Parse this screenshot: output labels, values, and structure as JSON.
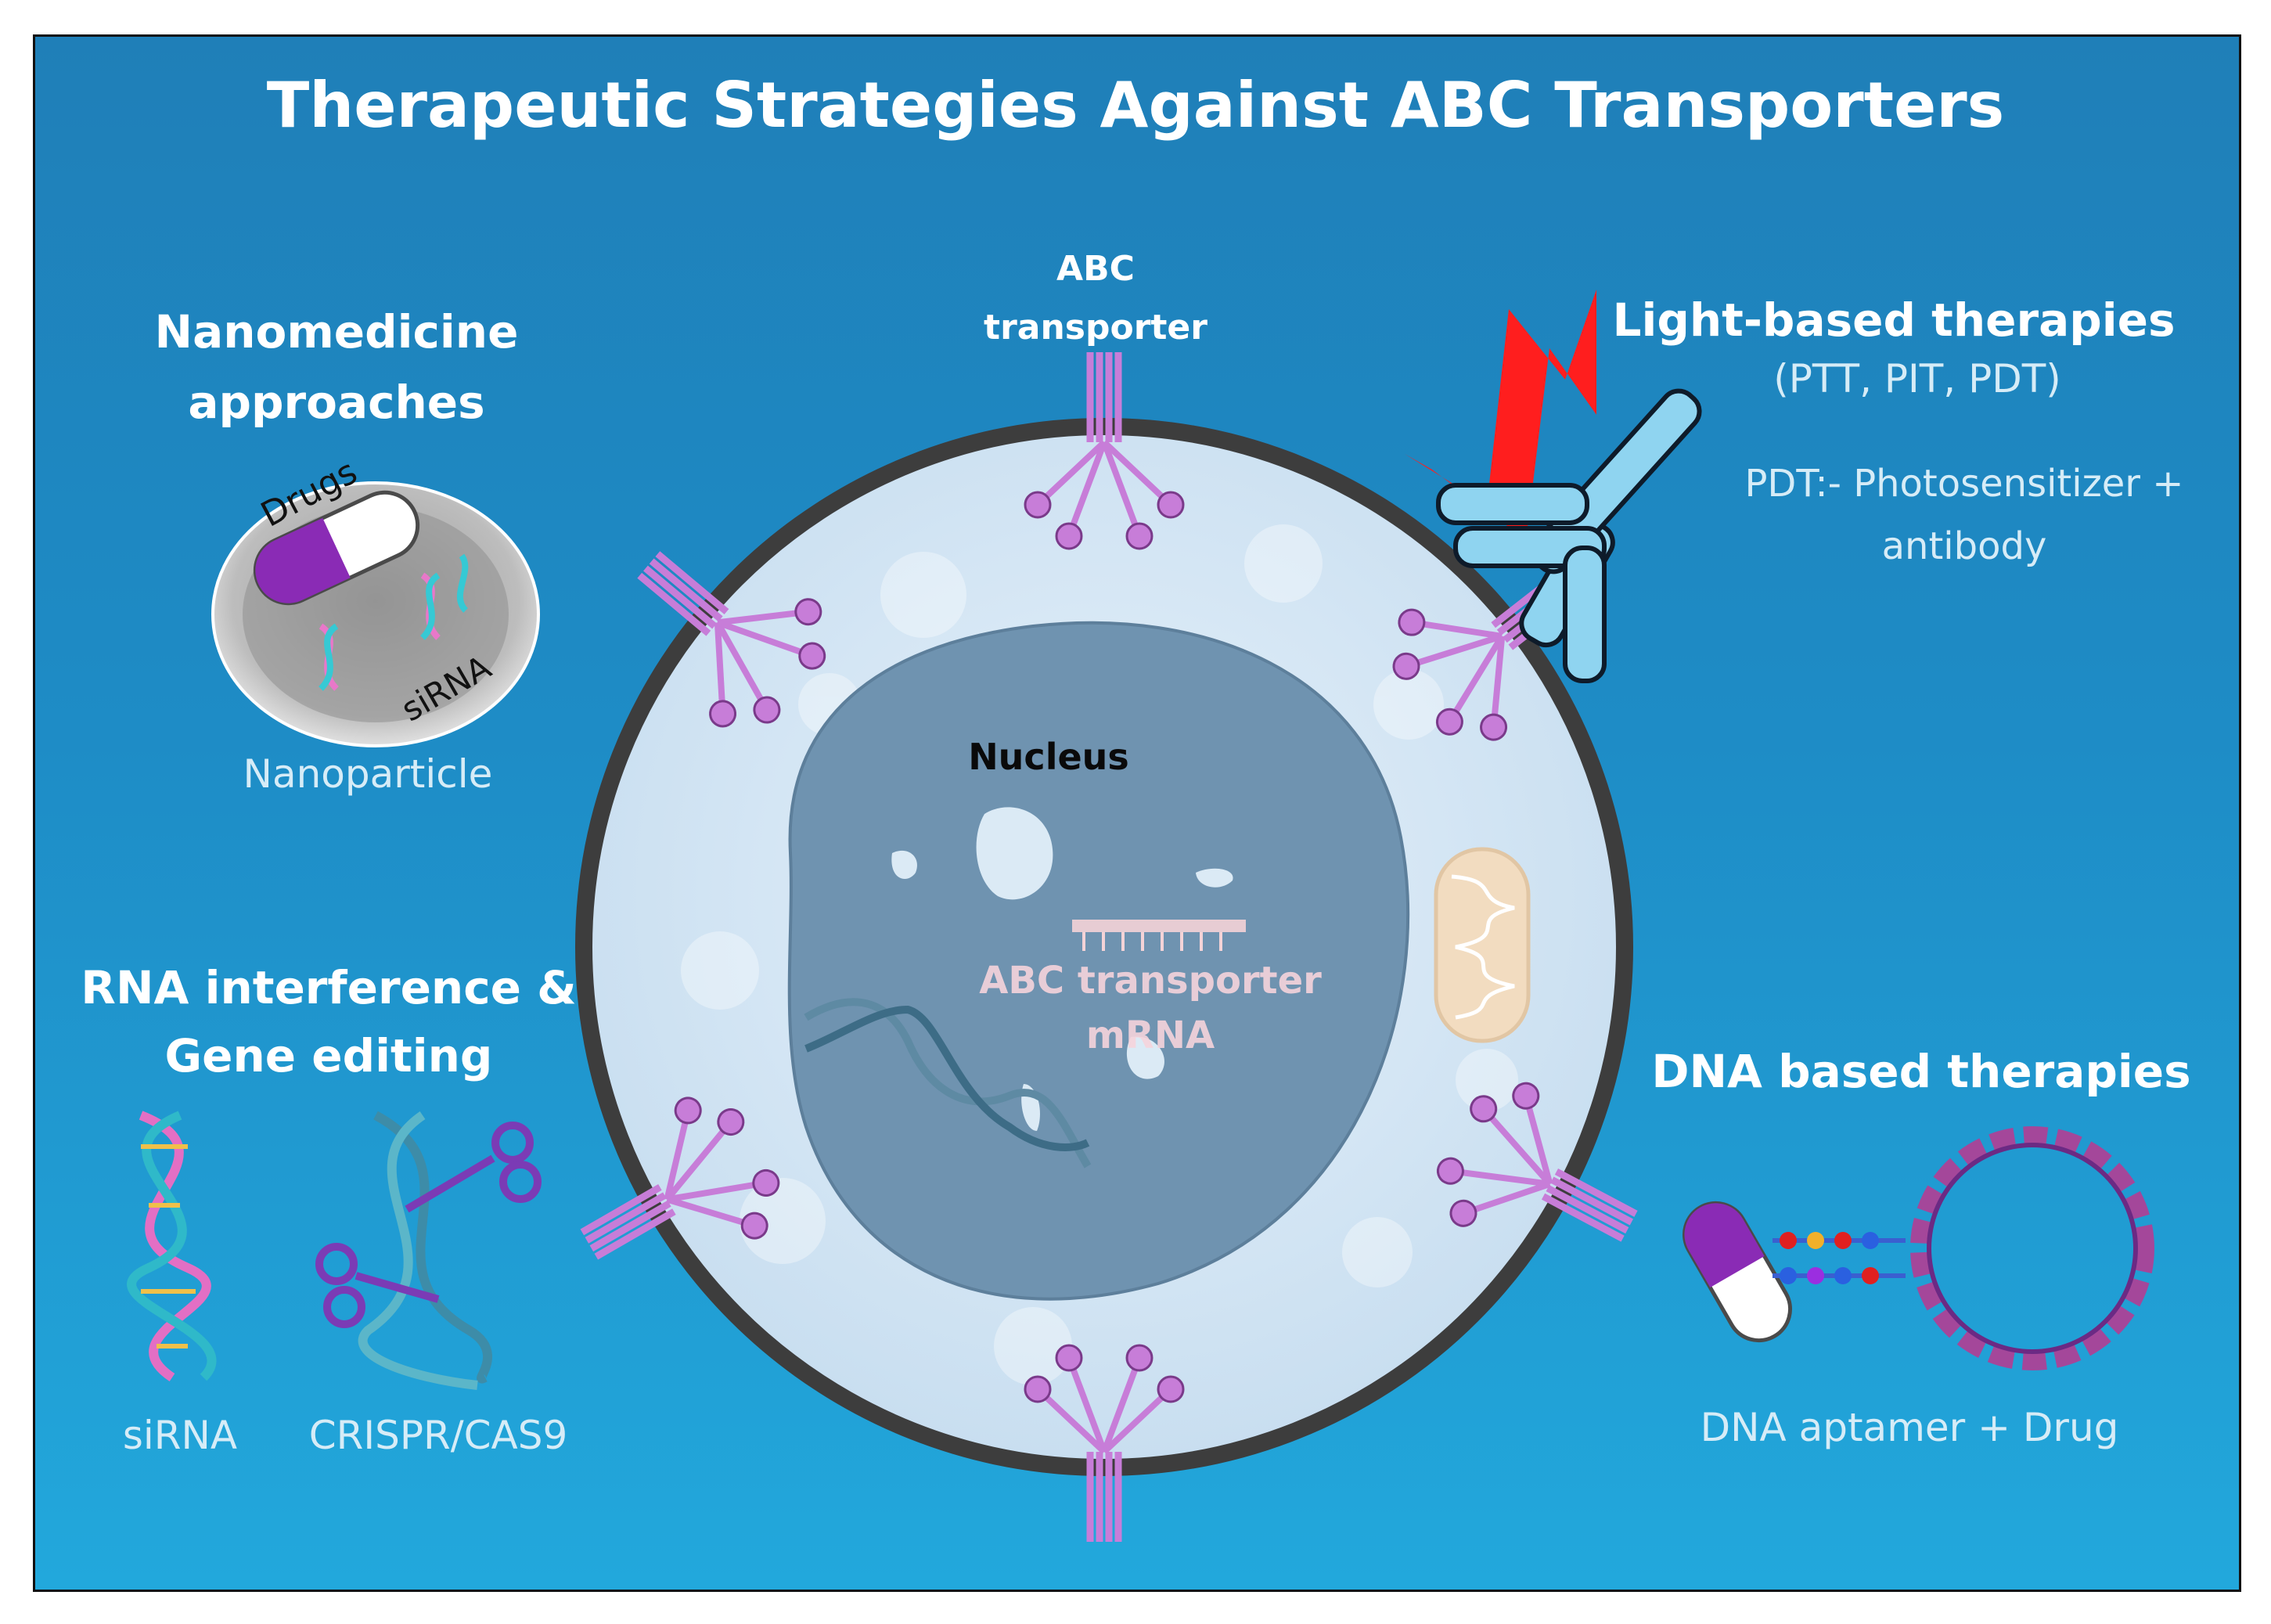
{
  "title": "Therapeutic Strategies Against ABC Transporters",
  "membrane_label": [
    "ABC",
    "transporter"
  ],
  "nucleus_label": "Nucleus",
  "mrna_label": [
    "ABC transporter",
    "mRNA"
  ],
  "nanomedicine": {
    "heading": [
      "Nanomedicine",
      "approaches"
    ],
    "drug_label": "Drugs",
    "sirna_label": "siRNA",
    "caption": "Nanoparticle"
  },
  "rnai": {
    "heading": [
      "RNA interference &",
      "Gene editing"
    ],
    "sirna_caption": "siRNA",
    "crispr_caption": "CRISPR/CAS9"
  },
  "light": {
    "heading": "Light-based therapies",
    "sub": "(PTT, PIT, PDT)",
    "pdt_note": [
      "PDT:- Photosensitizer +",
      "antibody"
    ]
  },
  "dna": {
    "heading": "DNA based therapies",
    "caption": "DNA aptamer  + Drug"
  },
  "colors": {
    "transporter": "#c77dd8",
    "membrane": "#3d3d3d",
    "lightning": "#ff1e1e",
    "antibody": "#8fd4f0",
    "capsule_purple": "#8a2bb5"
  }
}
